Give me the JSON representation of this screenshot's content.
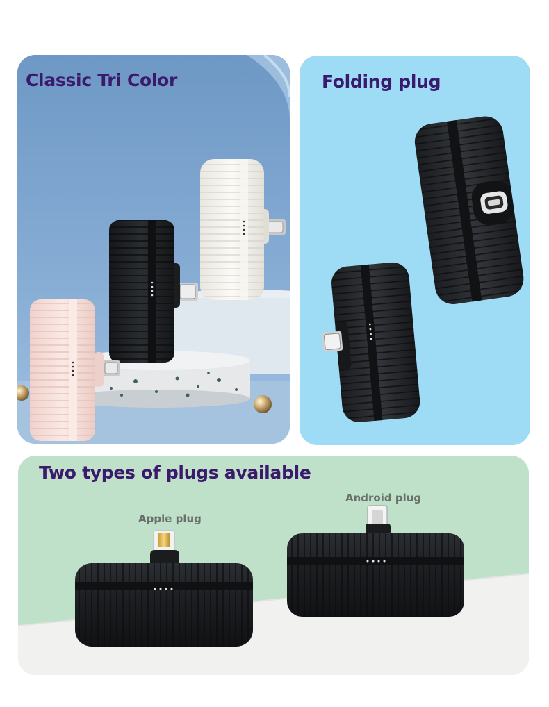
{
  "panels": {
    "tri_color": {
      "title": "Classic Tri Color"
    },
    "folding": {
      "title": "Folding plug"
    },
    "plug_types": {
      "title": "Two types of plugs available",
      "apple_label": "Apple plug",
      "android_label": "Android plug"
    }
  },
  "colors": {
    "title_text": "#3b1a6e",
    "label_text": "#6a6f6c",
    "blue_backdrop": "#6f99c6",
    "sky_backdrop": "#9ddcf4",
    "mint_backdrop": "#bfe0c9",
    "device_black": "#1e2022",
    "device_white": "#f4f3ee",
    "device_pink": "#f5ddd8"
  },
  "icons": [
    "power-bank-white",
    "power-bank-black",
    "power-bank-pink",
    "usb-c-plug",
    "lightning-plug",
    "led-indicator"
  ]
}
